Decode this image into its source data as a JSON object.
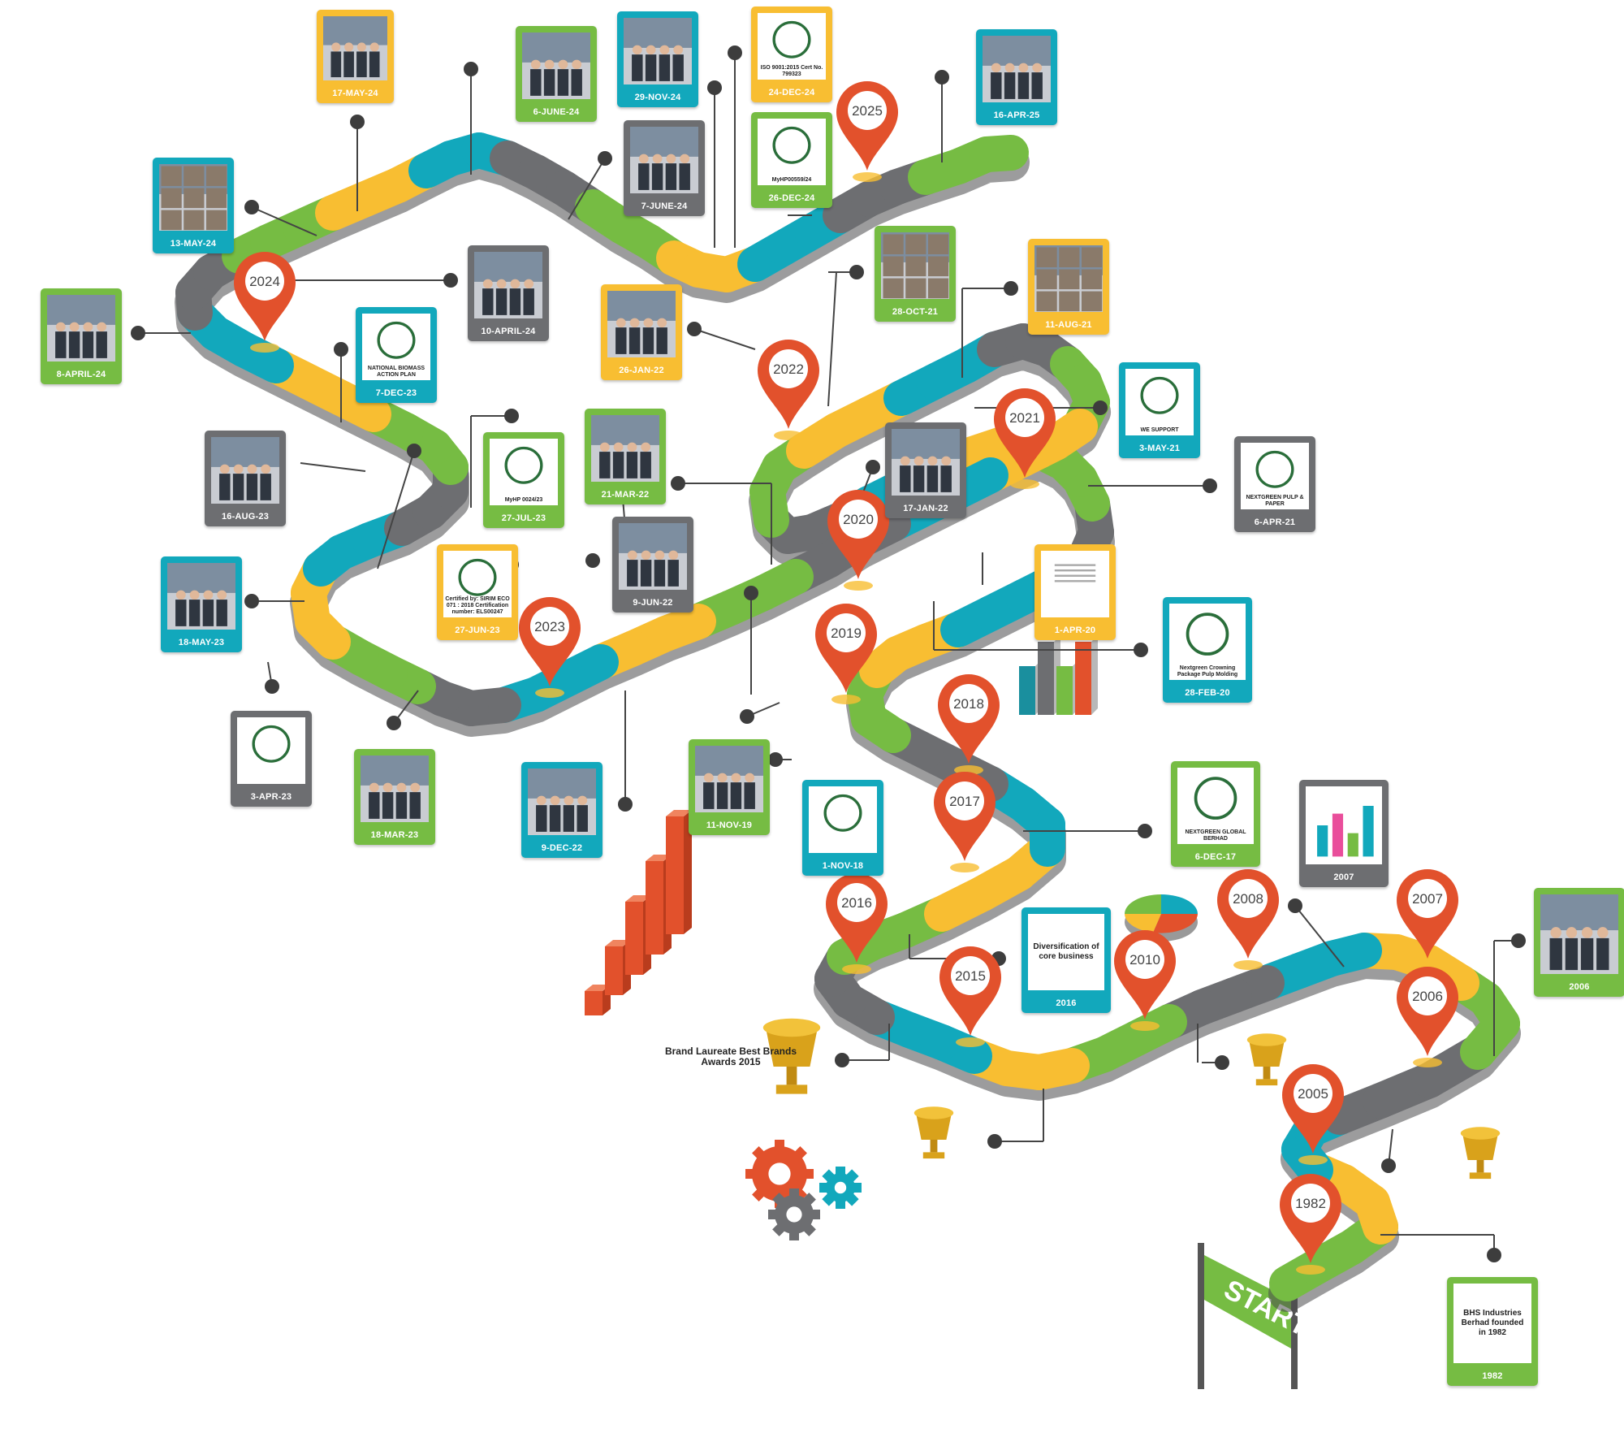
{
  "colors": {
    "green": "#76BC43",
    "yellow": "#F8BE32",
    "teal": "#12A8BC",
    "grey": "#6D6E71",
    "pin": "#E2512C",
    "white": "#FFFFFF"
  },
  "milestones": [
    {
      "year": "2025"
    },
    {
      "year": "2024"
    },
    {
      "year": "2023"
    },
    {
      "year": "2022"
    },
    {
      "year": "2021"
    },
    {
      "year": "2020"
    },
    {
      "year": "2019"
    },
    {
      "year": "2018"
    },
    {
      "year": "2017"
    },
    {
      "year": "2016"
    },
    {
      "year": "2015"
    },
    {
      "year": "2010"
    },
    {
      "year": "2008"
    },
    {
      "year": "2007"
    },
    {
      "year": "2006"
    },
    {
      "year": "2005"
    },
    {
      "year": "1982"
    }
  ],
  "cards": [
    {
      "date": "17-MAY-24",
      "color": "yellow",
      "icon": "event-photo"
    },
    {
      "date": "6-JUNE-24",
      "color": "green",
      "icon": "event-photo"
    },
    {
      "date": "29-NOV-24",
      "color": "teal",
      "icon": "event-photo"
    },
    {
      "date": "24-DEC-24",
      "color": "yellow",
      "icon": "gicg-logo",
      "cert_text": "ISO 9001:2015 Cert No. 799323"
    },
    {
      "date": "26-DEC-24",
      "color": "green",
      "icon": "myhijau-logo",
      "cert_text": "MyHP00559/24"
    },
    {
      "date": "16-APR-25",
      "color": "teal",
      "icon": "event-photo"
    },
    {
      "date": "13-MAY-24",
      "color": "teal",
      "icon": "video-call-photo"
    },
    {
      "date": "7-JUNE-24",
      "color": "grey",
      "icon": "event-photo"
    },
    {
      "date": "8-APRIL-24",
      "color": "green",
      "icon": "event-photo"
    },
    {
      "date": "10-APRIL-24",
      "color": "grey",
      "icon": "event-photo"
    },
    {
      "date": "26-JAN-22",
      "color": "yellow",
      "icon": "event-photo"
    },
    {
      "date": "28-OCT-21",
      "color": "green",
      "icon": "video-call-photo"
    },
    {
      "date": "11-AUG-21",
      "color": "yellow",
      "icon": "video-call-photo"
    },
    {
      "date": "7-DEC-23",
      "color": "teal",
      "icon": "nbap-cover",
      "cert_text": "NATIONAL BIOMASS ACTION PLAN"
    },
    {
      "date": "16-AUG-23",
      "color": "grey",
      "icon": "event-photo"
    },
    {
      "date": "27-JUL-23",
      "color": "green",
      "icon": "myhijau-logo",
      "cert_text": "MyHP 0024/23"
    },
    {
      "date": "21-MAR-22",
      "color": "green",
      "icon": "event-photo"
    },
    {
      "date": "3-MAY-21",
      "color": "teal",
      "icon": "un-global-compact-logo",
      "cert_text": "WE SUPPORT"
    },
    {
      "date": "17-JAN-22",
      "color": "grey",
      "icon": "event-photo"
    },
    {
      "date": "6-APR-21",
      "color": "grey",
      "icon": "nextgreen-pulp-logo",
      "cert_text": "NEXTGREEN PULP & PAPER"
    },
    {
      "date": "18-MAY-23",
      "color": "teal",
      "icon": "event-photo"
    },
    {
      "date": "27-JUN-23",
      "color": "yellow",
      "icon": "sirim-logo",
      "cert_text": "Certified by: SIRIM ECO 071 : 2018 Certification number: ELS00247"
    },
    {
      "date": "9-JUN-22",
      "color": "grey",
      "icon": "event-photo"
    },
    {
      "date": "1-APR-20",
      "color": "yellow",
      "icon": "document-page"
    },
    {
      "date": "28-FEB-20",
      "color": "teal",
      "icon": "nextgreen-crowning-logo",
      "cert_text": "Nextgreen Crowning Package Pulp Molding"
    },
    {
      "date": "3-APR-23",
      "color": "grey",
      "icon": "nextgreen-logos"
    },
    {
      "date": "18-MAR-23",
      "color": "green",
      "icon": "event-photo"
    },
    {
      "date": "9-DEC-22",
      "color": "teal",
      "icon": "event-photo"
    },
    {
      "date": "11-NOV-19",
      "color": "green",
      "icon": "event-photo"
    },
    {
      "date": "1-NOV-18",
      "color": "teal",
      "icon": "rspo-logo"
    },
    {
      "date": "6-DEC-17",
      "color": "green",
      "icon": "nextgreen-global-logo",
      "cert_text": "NEXTGREEN GLOBAL BERHAD"
    },
    {
      "date": "2007",
      "color": "grey",
      "icon": "chart-graphic"
    },
    {
      "date": "2006",
      "color": "green",
      "icon": "office-photo"
    },
    {
      "date": "2016",
      "color": "teal",
      "icon": "text",
      "text": "Diversification of core business"
    },
    {
      "date": "1982",
      "color": "green",
      "icon": "text",
      "text": "BHS Industries Berhad founded in 1982"
    }
  ],
  "brand_award": "Brand Laureate Best Brands Awards 2015",
  "start_label": "START"
}
